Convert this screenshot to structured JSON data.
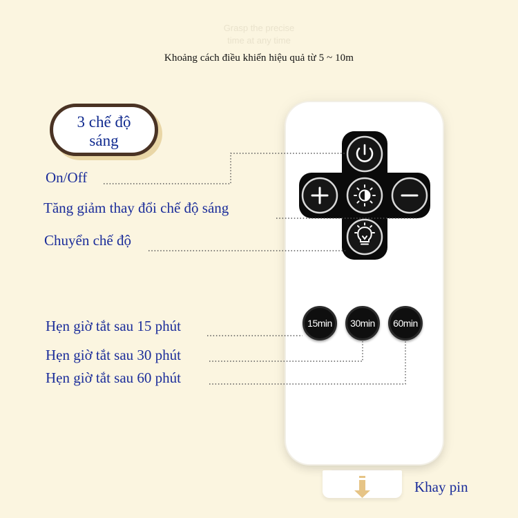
{
  "watermark": {
    "line1": "Grasp the precise",
    "line2": "time at any time"
  },
  "subtitle": "Khoảng cách điều khiển hiệu quả từ 5 ~ 10m",
  "badge": {
    "line1": "3 chế độ",
    "line2": "sáng"
  },
  "labels": {
    "on_off": "On/Off",
    "brightness": "Tăng giảm thay đổi chế độ sáng",
    "mode": "Chuyển chế độ",
    "timer15": "Hẹn giờ tắt sau 15 phút",
    "timer30": "Hẹn giờ tắt sau 30 phút",
    "timer60": "Hẹn giờ tắt sau 60 phút",
    "battery": "Khay pin"
  },
  "remote": {
    "buttons": [
      {
        "icon": "power-icon"
      },
      {
        "icon": "plus-icon"
      },
      {
        "icon": "brightness-icon"
      },
      {
        "icon": "minus-icon"
      },
      {
        "icon": "bulb-icon"
      }
    ],
    "timers": [
      "15min",
      "30min",
      "60min"
    ]
  },
  "colors": {
    "background": "#fbf5e0",
    "label_blue": "#1a2c9a",
    "button_black": "#0f0f0f",
    "badge_border": "#4a3324",
    "tray_arrow": "#e6c486"
  }
}
